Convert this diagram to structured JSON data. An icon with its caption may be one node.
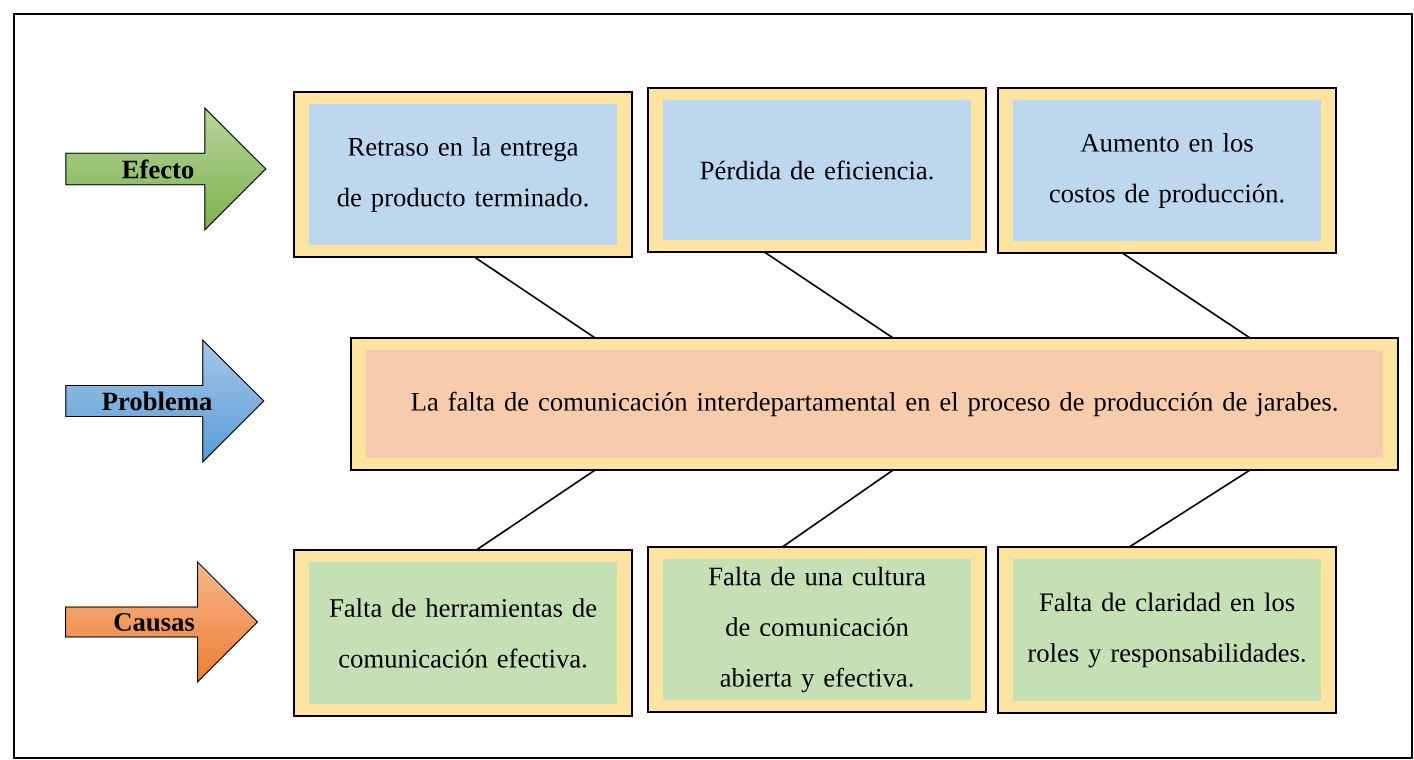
{
  "diagram": {
    "nodes": [
      {
        "text": [
          "Efecto"
        ]
      },
      {
        "text": [
          "Retraso en la entrega de producto terminado."
        ]
      },
      {
        "text": [
          "Pérdida de eficiencia."
        ]
      },
      {
        "text": [
          "Aumento en los costos de producción."
        ]
      },
      {
        "text": [
          "Problema"
        ]
      },
      {
        "text": [
          "La falta de comunicación interdepartamental en el proceso de producción de jarabes."
        ]
      },
      {
        "text": [
          "Causas"
        ]
      },
      {
        "text": [
          "Falta de herramientas de comunicación efectiva."
        ]
      },
      {
        "text": [
          "Falta de una cultura de comunicación abierta y efectiva."
        ]
      },
      {
        "text": [
          "Falta de claridad en los roles y responsabilidades."
        ]
      }
    ],
    "edges": [
      {
        "from": 1,
        "to": 5,
        "arrow": "none"
      },
      {
        "from": 2,
        "to": 5,
        "arrow": "none"
      },
      {
        "from": 3,
        "to": 5,
        "arrow": "none"
      },
      {
        "from": 5,
        "to": 7,
        "arrow": "none"
      },
      {
        "from": 5,
        "to": 8,
        "arrow": "none"
      },
      {
        "from": 5,
        "to": 9,
        "arrow": "none"
      }
    ]
  }
}
